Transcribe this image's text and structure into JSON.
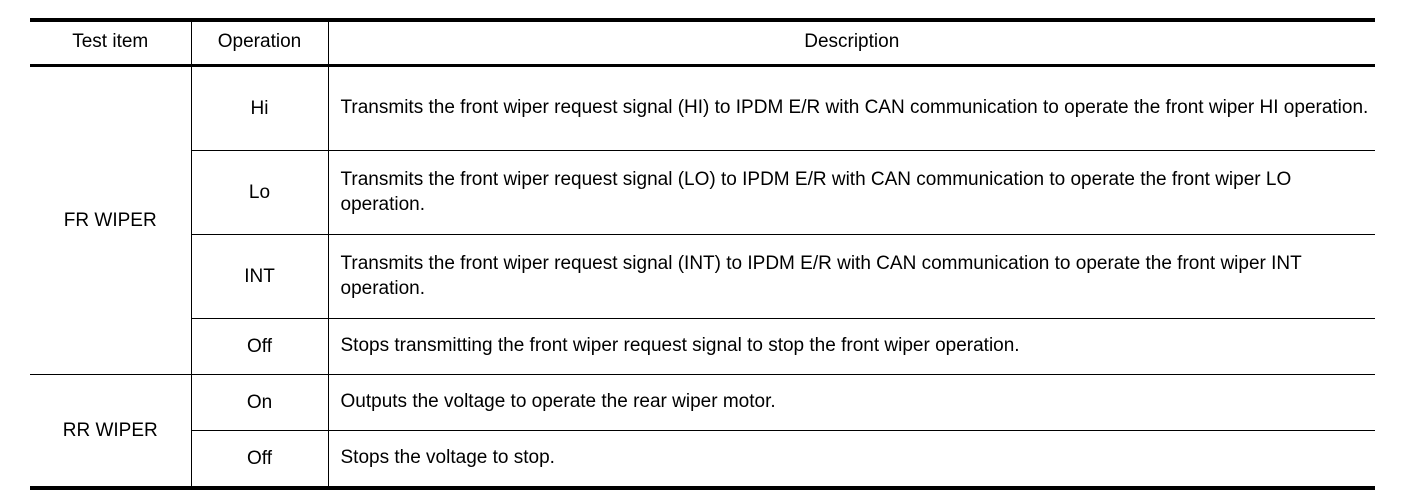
{
  "table": {
    "columns": [
      {
        "key": "test_item",
        "label": "Test item"
      },
      {
        "key": "operation",
        "label": "Operation"
      },
      {
        "key": "description",
        "label": "Description"
      }
    ],
    "groups": [
      {
        "test_item": "FR WIPER",
        "rows": [
          {
            "operation": "Hi",
            "description": "Transmits the front wiper request signal (HI) to IPDM E/R with CAN communication to operate the front wiper HI operation.",
            "lines": 2
          },
          {
            "operation": "Lo",
            "description": "Transmits the front wiper request signal (LO) to IPDM E/R with CAN communication to operate the front wiper LO operation.",
            "lines": 2
          },
          {
            "operation": "INT",
            "description": "Transmits the front wiper request signal (INT) to IPDM E/R with CAN communication to operate the front wiper INT operation.",
            "lines": 2
          },
          {
            "operation": "Off",
            "description": "Stops transmitting the front wiper request signal to stop the front wiper operation.",
            "lines": 1
          }
        ]
      },
      {
        "test_item": "RR WIPER",
        "rows": [
          {
            "operation": "On",
            "description": "Outputs the voltage to operate the rear wiper motor.",
            "lines": 1
          },
          {
            "operation": "Off",
            "description": "Stops the voltage to stop.",
            "lines": 1
          }
        ]
      }
    ]
  },
  "style": {
    "text_color": "#000000",
    "background_color": "#ffffff",
    "rule_color": "#000000"
  }
}
